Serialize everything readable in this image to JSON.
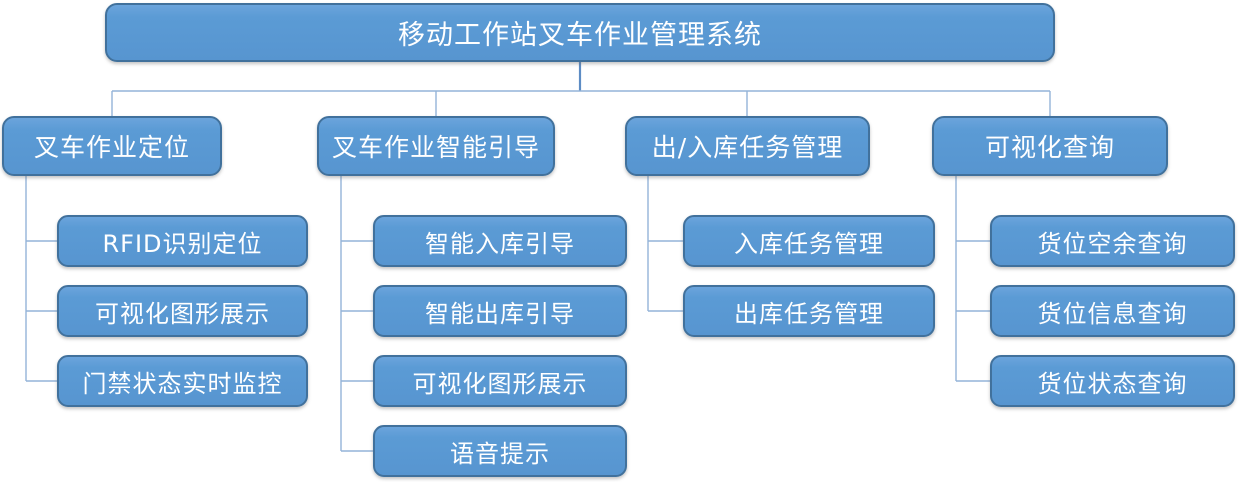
{
  "diagram": {
    "root": {
      "label": "移动工作站叉车作业管理系统"
    },
    "branches": [
      {
        "label": "叉车作业定位",
        "children": [
          "RFID识别定位",
          "可视化图形展示",
          "门禁状态实时监控"
        ]
      },
      {
        "label": "叉车作业智能引导",
        "children": [
          "智能入库引导",
          "智能出库引导",
          "可视化图形展示",
          "语音提示"
        ]
      },
      {
        "label": "出/入库任务管理",
        "children": [
          "入库任务管理",
          "出库任务管理"
        ]
      },
      {
        "label": "可视化查询",
        "children": [
          "货位空余查询",
          "货位信息查询",
          "货位状态查询"
        ]
      }
    ],
    "colors": {
      "node_fill": "#5B9BD5",
      "node_border": "#41719C",
      "connector_line": "#94B3D8",
      "root_connector_line": "#5D8CC4",
      "text": "#FFFFFF",
      "background": "#FFFFFF"
    }
  }
}
